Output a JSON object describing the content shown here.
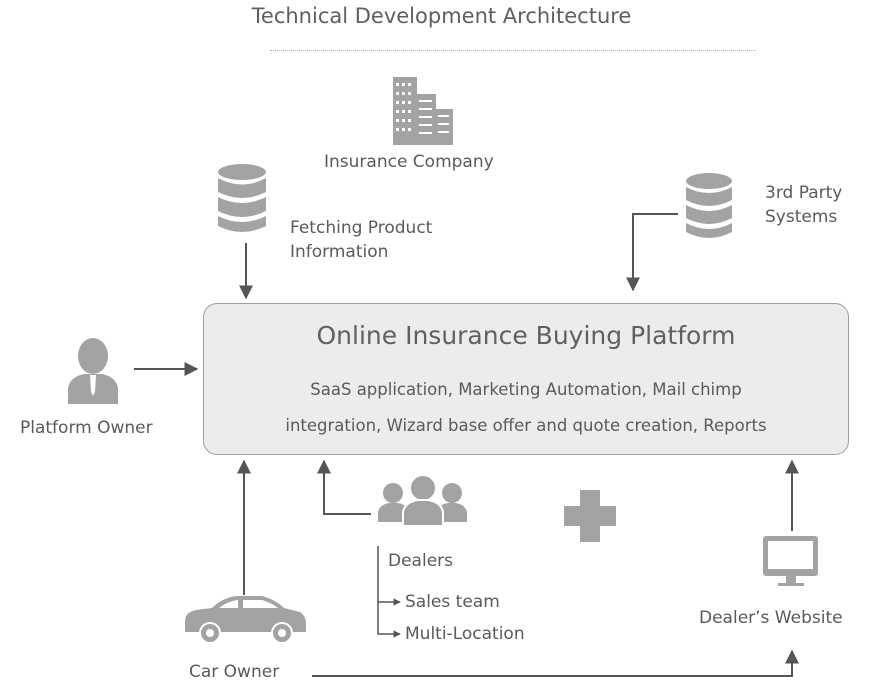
{
  "title": "Technical Development Architecture",
  "insurance_company": {
    "label": "Insurance Company",
    "icon": "building-icon"
  },
  "product_db": {
    "label_line1": "Fetching Product",
    "label_line2": "Information",
    "icon": "database-icon"
  },
  "third_party": {
    "label_line1": "3rd Party",
    "label_line2": "Systems",
    "icon": "database-icon"
  },
  "platform": {
    "title": "Online Insurance Buying Platform",
    "desc_line1": "SaaS application, Marketing Automation, Mail chimp",
    "desc_line2": "integration, Wizard base offer and quote creation, Reports"
  },
  "platform_owner": {
    "label": "Platform Owner",
    "icon": "person-icon"
  },
  "dealers": {
    "label": "Dealers",
    "icon": "group-icon",
    "children": [
      "Sales team",
      "Multi-Location"
    ]
  },
  "plus_icon": "plus-icon",
  "dealer_website": {
    "label": "Dealer’s Website",
    "icon": "monitor-icon"
  },
  "car_owner": {
    "label": "Car Owner",
    "icon": "car-icon"
  },
  "colors": {
    "icon": "#a3a3a3",
    "line": "#555555",
    "panel": "#ececec"
  }
}
